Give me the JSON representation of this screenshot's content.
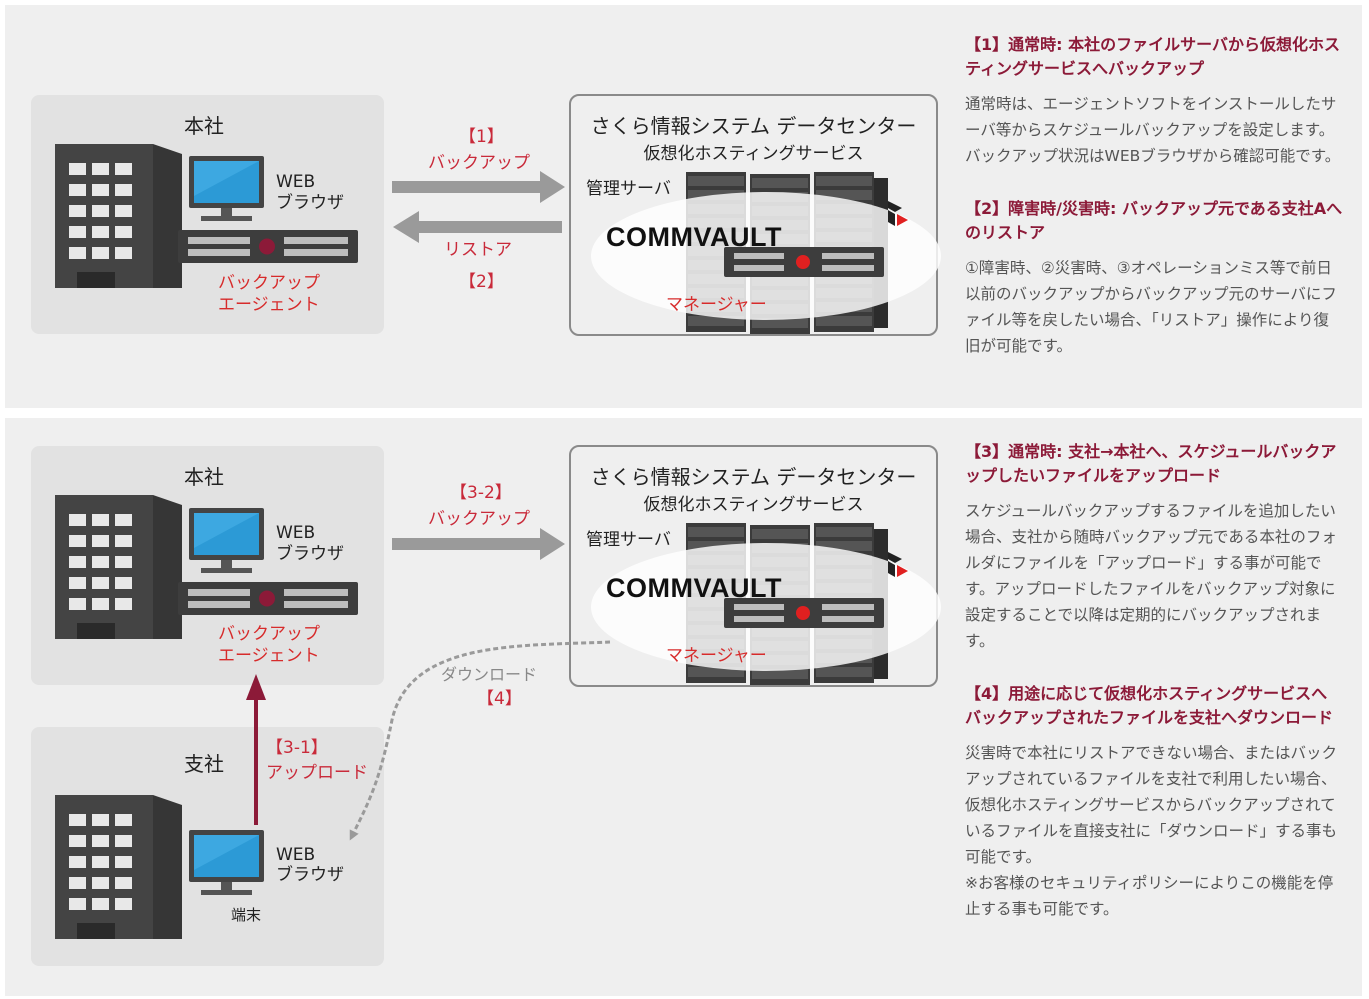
{
  "scene1": {
    "hq_title": "本社",
    "web_label": "WEB",
    "browser_label": "ブラウザ",
    "agent_line1": "バックアップ",
    "agent_line2": "エージェント",
    "arrow_backup_num": "【1】",
    "arrow_backup_label": "バックアップ",
    "arrow_restore_label": "リストア",
    "arrow_restore_num": "【2】",
    "dc_title": "さくら情報システム データセンター",
    "dc_subtitle": "仮想化ホスティングサービス",
    "mgmt_server_label": "管理サーバ",
    "commvault_logo": "COMMVAULT",
    "manager_label": "マネージャー"
  },
  "scene2": {
    "hq_title": "本社",
    "web_label": "WEB",
    "browser_label": "ブラウザ",
    "agent_line1": "バックアップ",
    "agent_line2": "エージェント",
    "arrow_backup_num": "【3-2】",
    "arrow_backup_label": "バックアップ",
    "dc_title": "さくら情報システム データセンター",
    "dc_subtitle": "仮想化ホスティングサービス",
    "mgmt_server_label": "管理サーバ",
    "commvault_logo": "COMMVAULT",
    "manager_label": "マネージャー",
    "download_label": "ダウンロード",
    "download_num": "【4】",
    "branch_title": "支社",
    "upload_num": "【3-1】",
    "upload_label": "アップロード",
    "branch_web_label": "WEB",
    "branch_browser_label": "ブラウザ",
    "terminal_label": "端末"
  },
  "notes": [
    {
      "heading": "【1】通常時: 本社のファイルサーバから仮想化ホスティングサービスへバックアップ",
      "body": "通常時は、エージェントソフトをインストールしたサーバ等からスケジュールバックアップを設定します。バックアップ状況はWEBブラウザから確認可能です。"
    },
    {
      "heading": "【2】障害時/災害時: バックアップ元である支社Aへのリストア",
      "body": "①障害時、②災害時、③オペレーションミス等で前日以前のバックアップからバックアップ元のサーバにファイル等を戻したい場合、「リストア」操作により復旧が可能です。"
    },
    {
      "heading": "【3】通常時: 支社→本社へ、スケジュールバックアップしたいファイルをアップロード",
      "body": "スケジュールバックアップするファイルを追加したい場合、支社から随時バックアップ元である本社のフォルダにファイルを「アップロード」する事が可能です。アップロードしたファイルをバックアップ対象に設定することで以降は定期的にバックアップされます。"
    },
    {
      "heading": "【4】用途に応じて仮想化ホスティングサービスへバックアップされたファイルを支社へダウンロード",
      "body": "災害時で本社にリストアできない場合、またはバックアップされているファイルを支社で利用したい場合、仮想化ホスティングサービスからバックアップされているファイルを直接支社に「ダウンロード」する事も可能です。",
      "note": "※お客様のセキュリティポリシーによりこの機能を停止する事も可能です。"
    }
  ],
  "colors": {
    "heading": "#8c1a38",
    "red_label": "#d72b2b",
    "upload_arrow": "#8c1a38",
    "arrow_grey": "#9a9a9a"
  }
}
